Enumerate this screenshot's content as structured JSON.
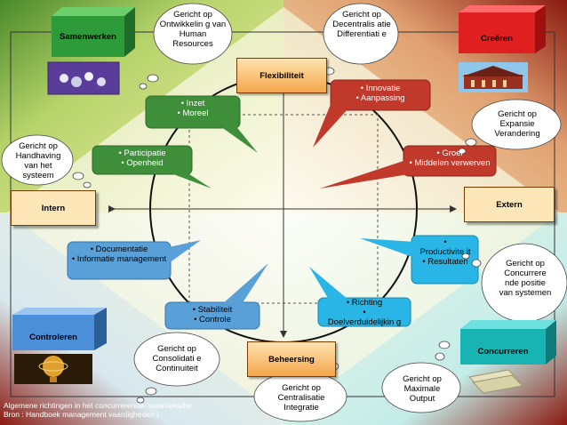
{
  "axes": {
    "top": "Flexibiliteit",
    "bottom": "Beheersing",
    "left": "Intern",
    "right": "Extern"
  },
  "corners": {
    "top_left": "Samenwerken",
    "top_right": "Creëren",
    "bottom_left": "Controleren",
    "bottom_right": "Concurreren"
  },
  "clouds": {
    "human_resources": "Gericht op Ontwikkelin g van Human Resources",
    "decentralisatie": "Gericht op Decentralis atie Differentiati e",
    "expansie": "Gericht op Expansie Verandering",
    "concurrerende_positie": "Gericht op Concurrere nde positie van systemen",
    "maximale_output": "Gericht op Maximale Output",
    "centralisatie": "Gericht op Centralisatie Integratie",
    "consolidatie": "Gericht op Consolidati e Continuiteit",
    "handhaving": "Gericht op Handhaving van het systeem"
  },
  "callouts": {
    "inzet": [
      "• Inzet",
      "• Moreel"
    ],
    "participatie": [
      "• Participatie",
      "• Openheid"
    ],
    "innovatie": [
      "• Innovatie",
      "• Aanpassing"
    ],
    "groei": [
      "• Groei",
      "• Middelen verwerven"
    ],
    "productiviteit": [
      "•",
      "Productivite it",
      "• Resultaten"
    ],
    "richting": [
      "• Richting",
      "•",
      "Doelverduidelijkin g"
    ],
    "stabiliteit": [
      "• Stabiliteit",
      "• Controle"
    ],
    "documentatie": [
      "• Documentatie",
      "• Informatie management"
    ]
  },
  "footer": {
    "line1": "Algemene richtingen in het concurrerende- waardekader",
    "line2": "Bron : Handboek management vaardigheden )"
  },
  "colors": {
    "inzet": "#3f8f3a",
    "participatie": "#3f8f3a",
    "innovatie": "#c0392b",
    "groei": "#c0392b",
    "productiviteit": "#29b6e6",
    "richting": "#29b6e6",
    "stabiliteit": "#5aa0d8",
    "documentatie": "#5aa0d8",
    "cube_green": "#2e9b3a",
    "cube_red": "#e02020",
    "cube_blue": "#4a8fd8",
    "cube_teal": "#18b4b4"
  }
}
